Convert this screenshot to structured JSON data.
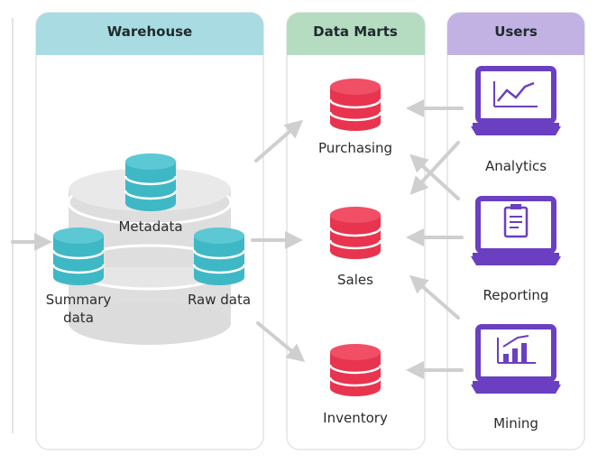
{
  "colors": {
    "warehouse_header": "#a9dce2",
    "marts_header": "#b5dcc1",
    "users_header": "#c2b2e4",
    "teal": "#3fb8c6",
    "red": "#e8344e",
    "purple": "#6a3fc1",
    "grey_platform": "#dcdcdc",
    "arrow": "#cfcfcf"
  },
  "columns": {
    "warehouse": "Warehouse",
    "data_marts": "Data Marts",
    "users": "Users"
  },
  "warehouse": {
    "metadata": "Metadata",
    "summary_line1": "Summary",
    "summary_line2": "data",
    "raw_data": "Raw data"
  },
  "marts": {
    "purchasing": "Purchasing",
    "sales": "Sales",
    "inventory": "Inventory"
  },
  "users": {
    "analytics": "Analytics",
    "reporting": "Reporting",
    "mining": "Mining"
  },
  "icons": {
    "analytics": "line-chart-laptop-icon",
    "reporting": "clipboard-laptop-icon",
    "mining": "bar-chart-laptop-icon",
    "database": "database-cylinder-icon"
  }
}
